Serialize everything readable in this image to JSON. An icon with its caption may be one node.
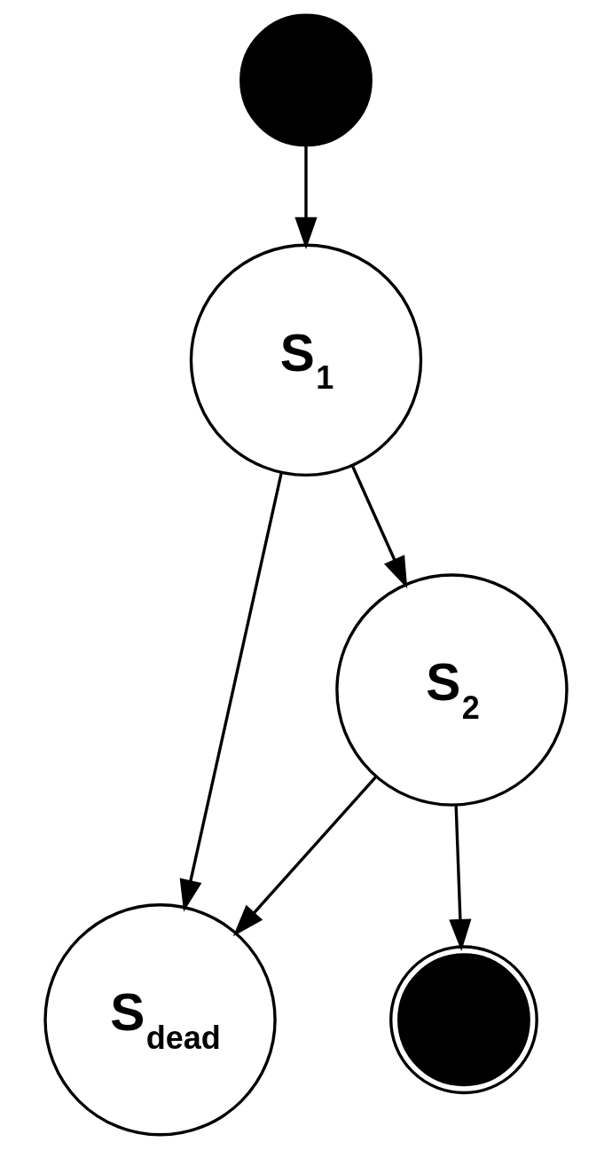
{
  "diagram": {
    "nodes": [
      {
        "text": [],
        "shape": "circle"
      },
      {
        "text": [
          "S$_{1}$"
        ]
      },
      {
        "text": [
          "S$_{dead}$"
        ]
      },
      {
        "text": [
          "S$_{2}$"
        ]
      },
      {
        "text": [],
        "shape": "bullseye"
      }
    ],
    "edges": [
      {
        "from": 0,
        "to": 1,
        "arrow": "to"
      },
      {
        "from": 1,
        "to": 2,
        "arrow": "to"
      },
      {
        "from": 1,
        "to": 3,
        "arrow": "to"
      },
      {
        "from": 3,
        "to": 2,
        "arrow": "to"
      },
      {
        "from": 3,
        "to": 4,
        "arrow": "to"
      }
    ]
  }
}
